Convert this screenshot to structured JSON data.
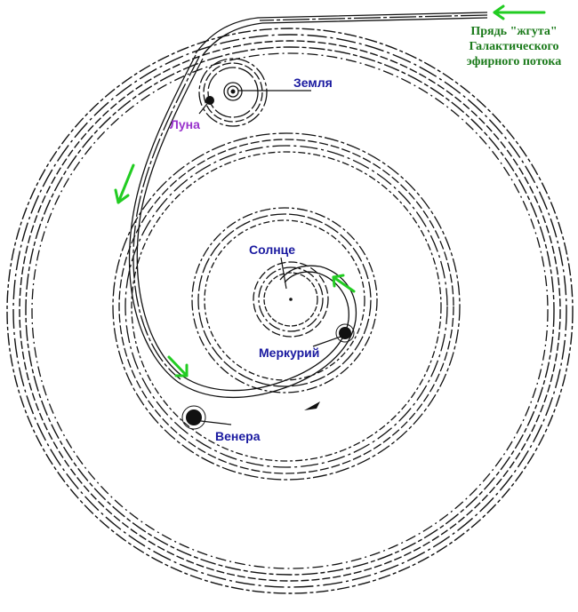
{
  "labels": {
    "stream_line1": "Прядь \"жгута\"",
    "stream_line2": "Галактического",
    "stream_line3": "эфирного потока",
    "earth": "Земля",
    "moon": "Луна",
    "sun": "Солнце",
    "mercury": "Меркурий",
    "venus": "Венера"
  },
  "colors": {
    "planet_labels": "#1a1aa0",
    "moon_label": "#9933cc",
    "stream_label": "#1a7a1a",
    "arrows": "#22cc22",
    "lines": "#111111"
  }
}
